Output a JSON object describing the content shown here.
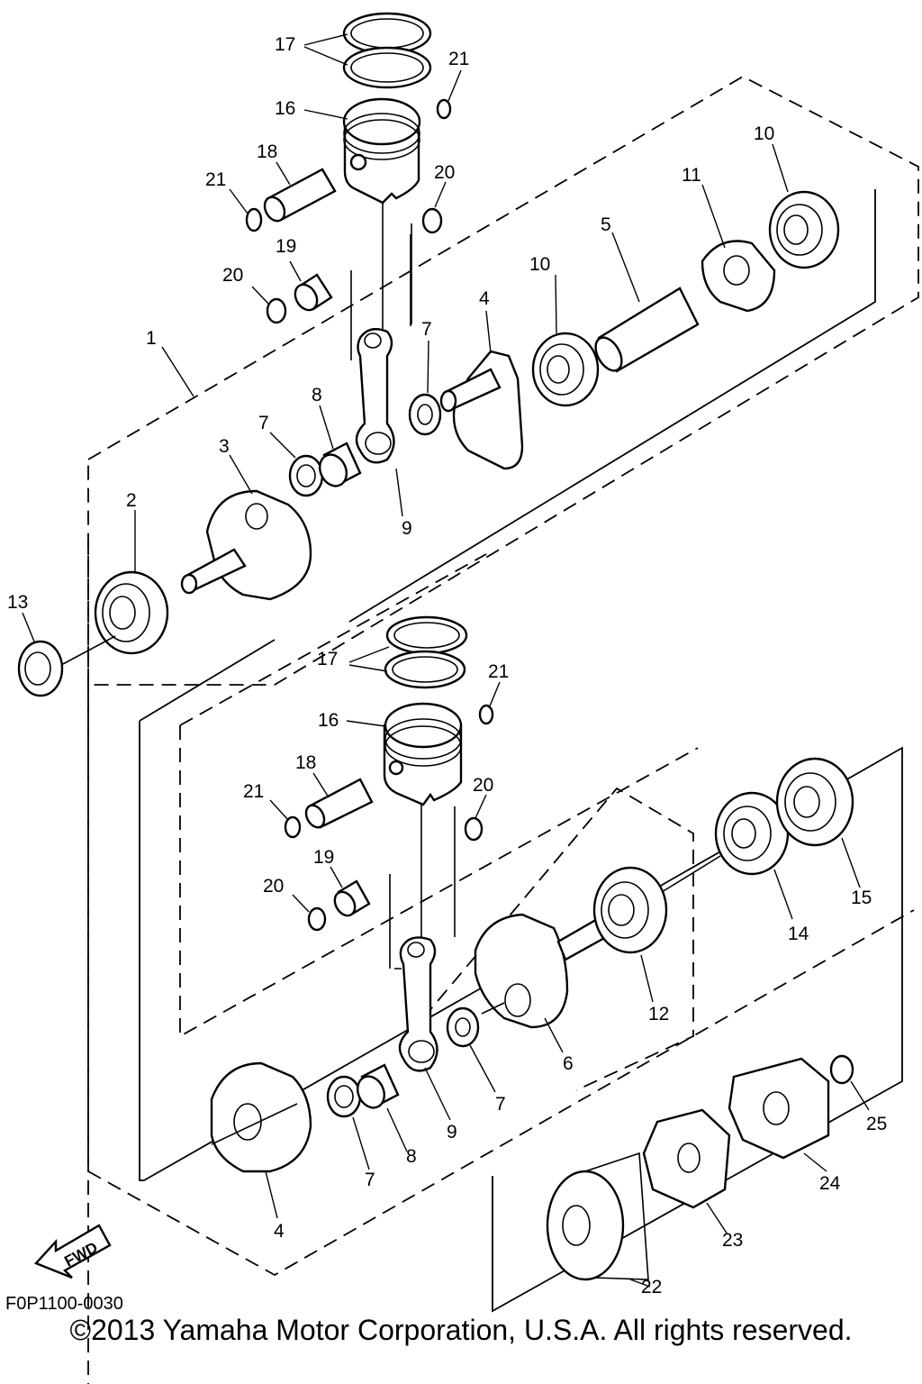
{
  "drawing_code": "F0P1100-0030",
  "copyright": "©2013 Yamaha Motor Corporation, U.S.A. All rights reserved.",
  "fwd_label": "FWD",
  "callouts": {
    "c1": "1",
    "c2": "2",
    "c3": "3",
    "c4a": "4",
    "c4b": "4",
    "c5": "5",
    "c6": "6",
    "c7a": "7",
    "c7b": "7",
    "c7c": "7",
    "c7d": "7",
    "c8a": "8",
    "c8b": "8",
    "c9a": "9",
    "c9b": "9",
    "c10a": "10",
    "c10b": "10",
    "c11": "11",
    "c12": "12",
    "c13": "13",
    "c14": "14",
    "c15": "15",
    "c16a": "16",
    "c16b": "16",
    "c17a": "17",
    "c17b": "17",
    "c18a": "18",
    "c18b": "18",
    "c19a": "19",
    "c19b": "19",
    "c20a": "20",
    "c20b": "20",
    "c20c": "20",
    "c20d": "20",
    "c21a": "21",
    "c21b": "21",
    "c21c": "21",
    "c21d": "21",
    "c22": "22",
    "c23": "23",
    "c24": "24",
    "c25": "25"
  }
}
